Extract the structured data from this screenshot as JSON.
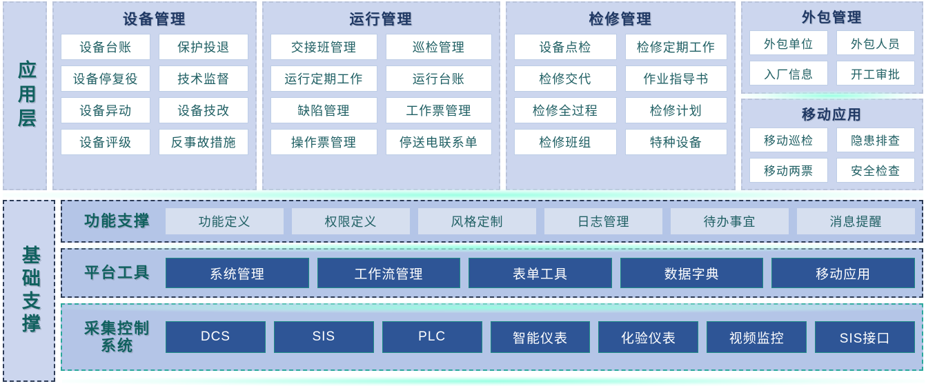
{
  "diagram": {
    "layers": [
      {
        "id": "application-layer",
        "label": "应用层",
        "panels": [
          {
            "id": "equipment-management",
            "title": "设备管理",
            "tiles": [
              "设备台账",
              "保护投退",
              "设备停复役",
              "技术监督",
              "设备异动",
              "设备技改",
              "设备评级",
              "反事故措施"
            ]
          },
          {
            "id": "operation-management",
            "title": "运行管理",
            "tiles": [
              "交接班管理",
              "巡检管理",
              "运行定期工作",
              "运行台账",
              "缺陷管理",
              "工作票管理",
              "操作票管理",
              "停送电联系单"
            ]
          },
          {
            "id": "maintenance-management",
            "title": "检修管理",
            "tiles": [
              "设备点检",
              "检修定期工作",
              "检修交代",
              "作业指导书",
              "检修全过程",
              "检修计划",
              "检修班组",
              "特种设备"
            ]
          },
          {
            "id": "outsourcing-management",
            "title": "外包管理",
            "tiles": [
              "外包单位",
              "外包人员",
              "入厂信息",
              "开工审批"
            ]
          },
          {
            "id": "mobile-application",
            "title": "移动应用",
            "tiles": [
              "移动巡检",
              "隐患排查",
              "移动两票",
              "安全检查"
            ]
          }
        ]
      },
      {
        "id": "foundation-support-layer",
        "label": "基础支撑",
        "rows": [
          {
            "id": "function-support",
            "label": "功能支撑",
            "style": "light",
            "items": [
              "功能定义",
              "权限定义",
              "风格定制",
              "日志管理",
              "待办事宜",
              "消息提醒"
            ]
          },
          {
            "id": "platform-tools",
            "label": "平台工具",
            "style": "dark",
            "items": [
              "系统管理",
              "工作流管理",
              "表单工具",
              "数据字典",
              "移动应用"
            ]
          },
          {
            "id": "acquisition-control-system",
            "label": "采集控制\n系统",
            "style": "dark",
            "items": [
              "DCS",
              "SIS",
              "PLC",
              "智能仪表",
              "化验仪表",
              "视频监控",
              "SIS接口"
            ]
          }
        ]
      }
    ]
  },
  "colors": {
    "panel_background": "#ccd6ee",
    "row_background": "#b4c5e7",
    "tile_background": "#ffffff",
    "chip_light_background": "#d6dfef",
    "chip_dark_background": "#2e5596",
    "tile_text": "#1f5f63",
    "panel_title_text": "#1f3864",
    "label_text": "#10615f",
    "chip_dark_border": "#1f8d86",
    "dashed_border_light": "#b9c3da",
    "dashed_border_dark": "#2b3a55",
    "dashed_border_teal": "#2aa79b"
  }
}
